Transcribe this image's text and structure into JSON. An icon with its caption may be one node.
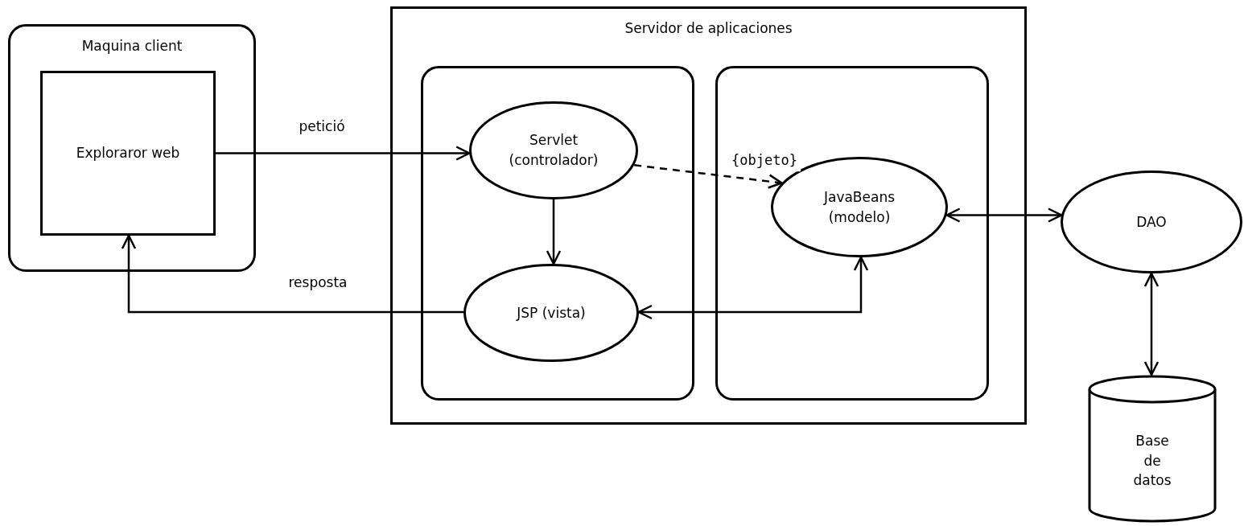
{
  "diagram": {
    "nodes": [
      {
        "text": [
          "Maquina client"
        ]
      },
      {
        "text": [
          "Exploraror web"
        ],
        "in": 0
      },
      {
        "text": [
          "Servidor de aplicaciones"
        ]
      },
      {
        "text": [],
        "shape": "box",
        "in": 2
      },
      {
        "text": [],
        "shape": "box",
        "in": 2
      },
      {
        "text": [
          "Servlet (controlador)"
        ],
        "in": 3
      },
      {
        "text": [
          "JSP (vista)"
        ],
        "in": 3
      },
      {
        "text": [
          "JavaBeans (modelo)"
        ],
        "in": 4
      },
      {
        "text": [
          "DAO"
        ]
      },
      {
        "text": [
          "Base de datos"
        ]
      }
    ],
    "edges": [
      {
        "from": 1,
        "to": 5,
        "arrow": "to",
        "label": "petició"
      },
      {
        "from": 6,
        "to": 1,
        "arrow": "to",
        "label": "resposta"
      },
      {
        "from": 5,
        "to": 7,
        "arrow": "to",
        "label": "{objeto}",
        "style": "dashed"
      },
      {
        "from": 5,
        "to": 6,
        "arrow": "to"
      },
      {
        "from": 7,
        "to": 6,
        "arrow": "both"
      },
      {
        "from": 7,
        "to": 8,
        "arrow": "both"
      },
      {
        "from": 8,
        "to": 9,
        "arrow": "both"
      }
    ]
  }
}
